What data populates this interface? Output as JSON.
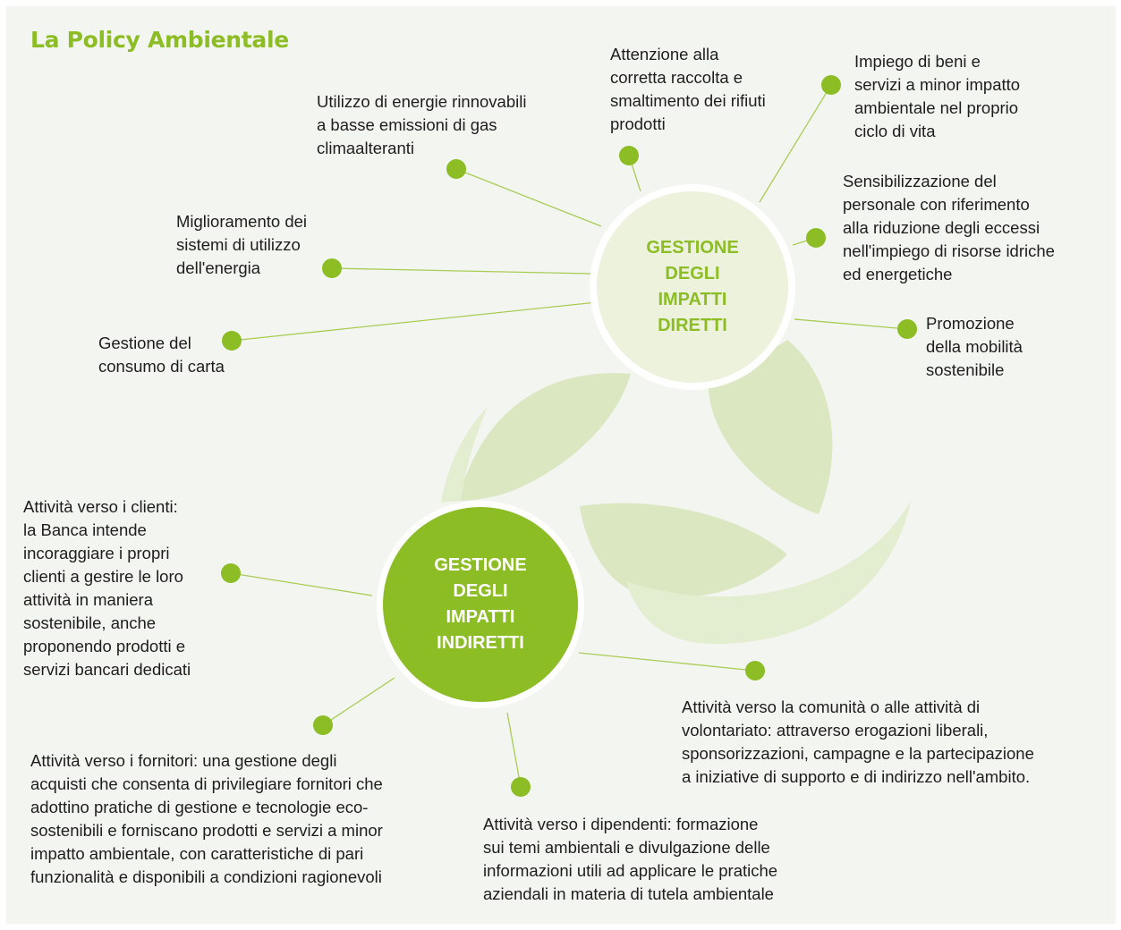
{
  "title": "La Policy Ambientale",
  "colors": {
    "accent": "#8cbd24",
    "leaf": "#d9e6bd",
    "background": "#f3f5f1"
  },
  "hubs": {
    "direct": "GESTIONE\nDEGLI\nIMPATTI\nDIRETTI",
    "indirect": "GESTIONE\nDEGLI\nIMPATTI\nINDIRETTI"
  },
  "direct_items": [
    "Gestione del\nconsumo di carta",
    " Miglioramento dei\nsistemi di utilizzo\ndell'energia",
    "Utilizzo di energie rinnovabili\na basse emissioni di gas\nclimaalteranti",
    "Attenzione alla\ncorretta raccolta e\nsmaltimento dei rifiuti\nprodotti",
    "Impiego di beni e\nservizi a minor impatto\nambientale nel proprio\nciclo di vita",
    "Sensibilizzazione del\npersonale con riferimento\nalla riduzione degli eccessi\nnell'impiego di risorse idriche\ned energetiche",
    "Promozione\ndella mobilità\nsostenibile"
  ],
  "indirect_items": [
    "Attività verso i clienti:\nla Banca intende\nincoraggiare i propri\nclienti a gestire le loro\nattività in maniera\nsostenibile, anche\nproponendo prodotti e\nservizi bancari dedicati",
    "Attività verso i fornitori: una gestione degli\nacquisti che consenta di privilegiare fornitori che\nadottino pratiche di gestione e tecnologie eco-\nsostenibili e forniscano prodotti e servizi a minor\nimpatto ambientale, con caratteristiche di pari\nfunzionalità e disponibili a condizioni ragionevoli",
    "Attività verso i dipendenti: formazione\nsui temi ambientali e divulgazione delle\ninformazioni utili ad applicare le pratiche\naziendali in materia di tutela ambientale",
    "Attività verso la comunità o alle attività di\nvolontariato: attraverso erogazioni liberali,\nsponsorizzazioni, campagne e la partecipazione\na iniziative di supporto e di indirizzo nell'ambito."
  ]
}
